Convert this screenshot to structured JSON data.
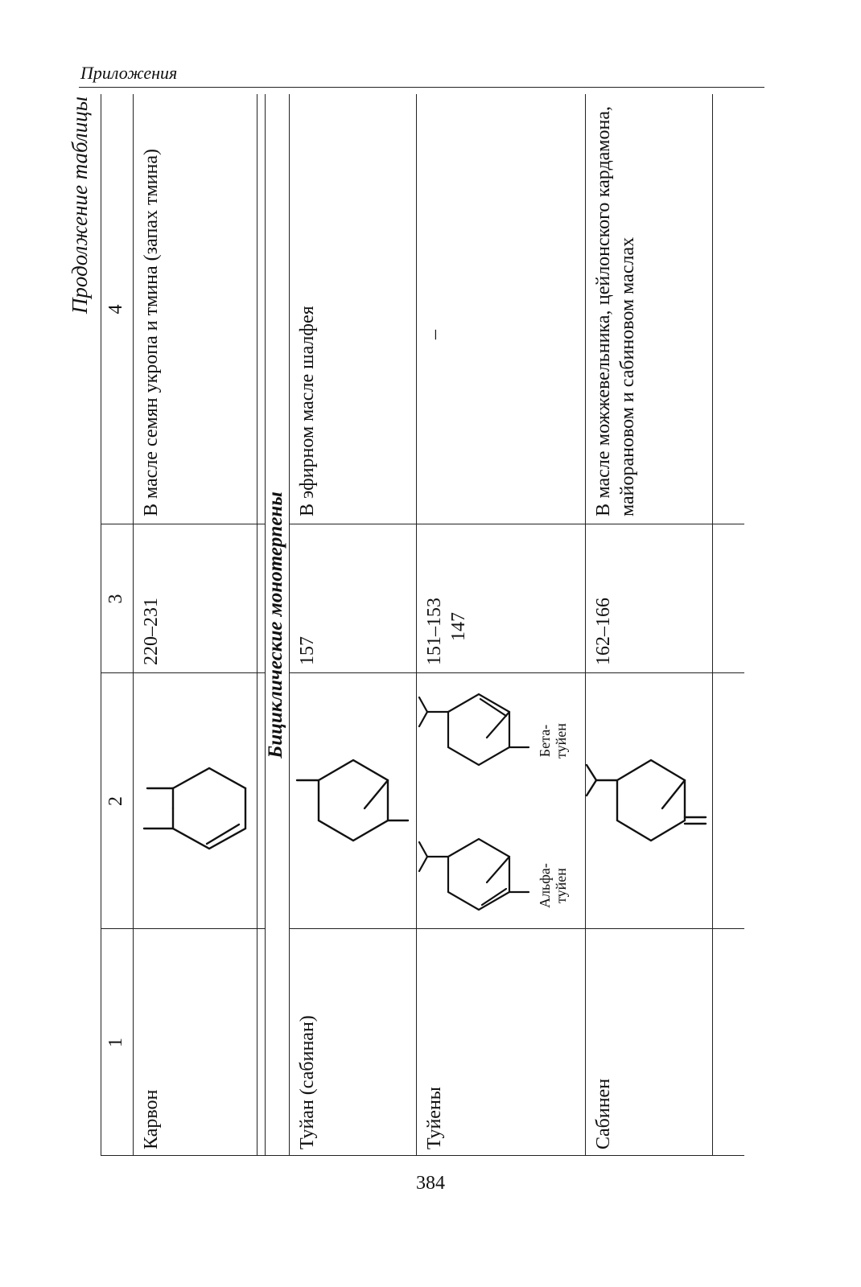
{
  "running_head": "Приложения",
  "continuation": "Продолжение таблицы",
  "page_number": "384",
  "headers": [
    "1",
    "2",
    "3",
    "4"
  ],
  "section_title": "Бициклические монотерпены",
  "rows": [
    {
      "name": "Карвон",
      "boiling": "220–231",
      "occurrence": "В масле семян укропа и тмина (запах тмина)"
    },
    {
      "name": "Туйан (сабинан)",
      "boiling": "157",
      "occurrence": "В эфирном масле шалфея"
    },
    {
      "name": "Туйены",
      "boiling": "151–153",
      "boiling2": "147",
      "occurrence": "–",
      "label_a_1": "Альфа-",
      "label_a_2": "туйен",
      "label_b_1": "Бета-",
      "label_b_2": "туйен"
    },
    {
      "name": "Сабинен",
      "boiling": "162–166",
      "occurrence": "В масле можжевельника, цейлонского кардамона, майорановом и сабиновом маслах"
    }
  ]
}
